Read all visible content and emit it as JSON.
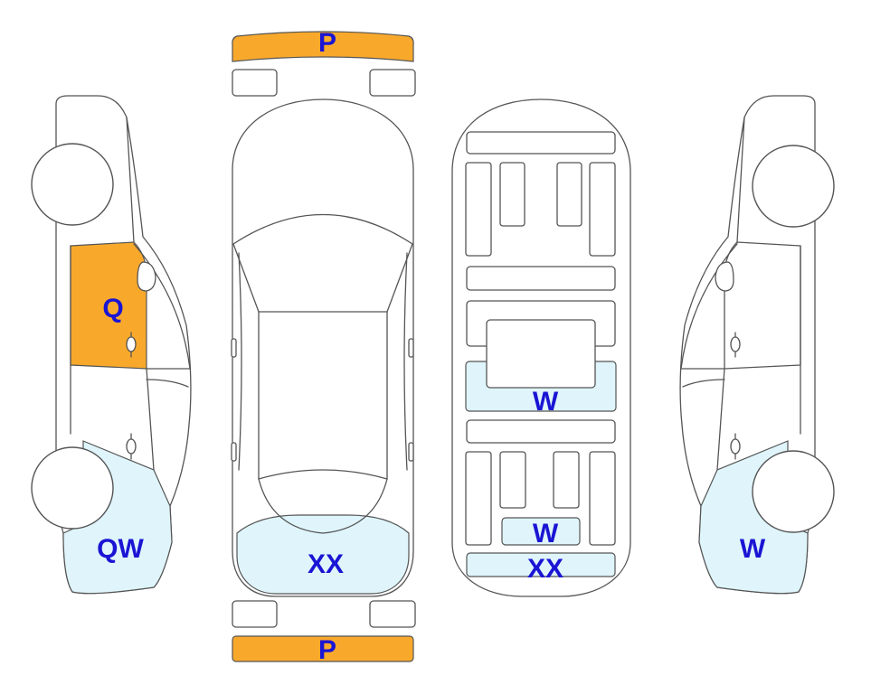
{
  "colors": {
    "orange": "#f8a92c",
    "light_blue": "#dff5fb",
    "label": "#1a14d4",
    "outline": "#555555"
  },
  "labels": {
    "front_bumper": "P",
    "rear_bumper": "P",
    "left_front_door": "Q",
    "left_front_fender": "QW",
    "top_front": "XX",
    "under_mid": "W",
    "under_front_small": "W",
    "under_front": "XX",
    "right_front_fender": "W"
  }
}
